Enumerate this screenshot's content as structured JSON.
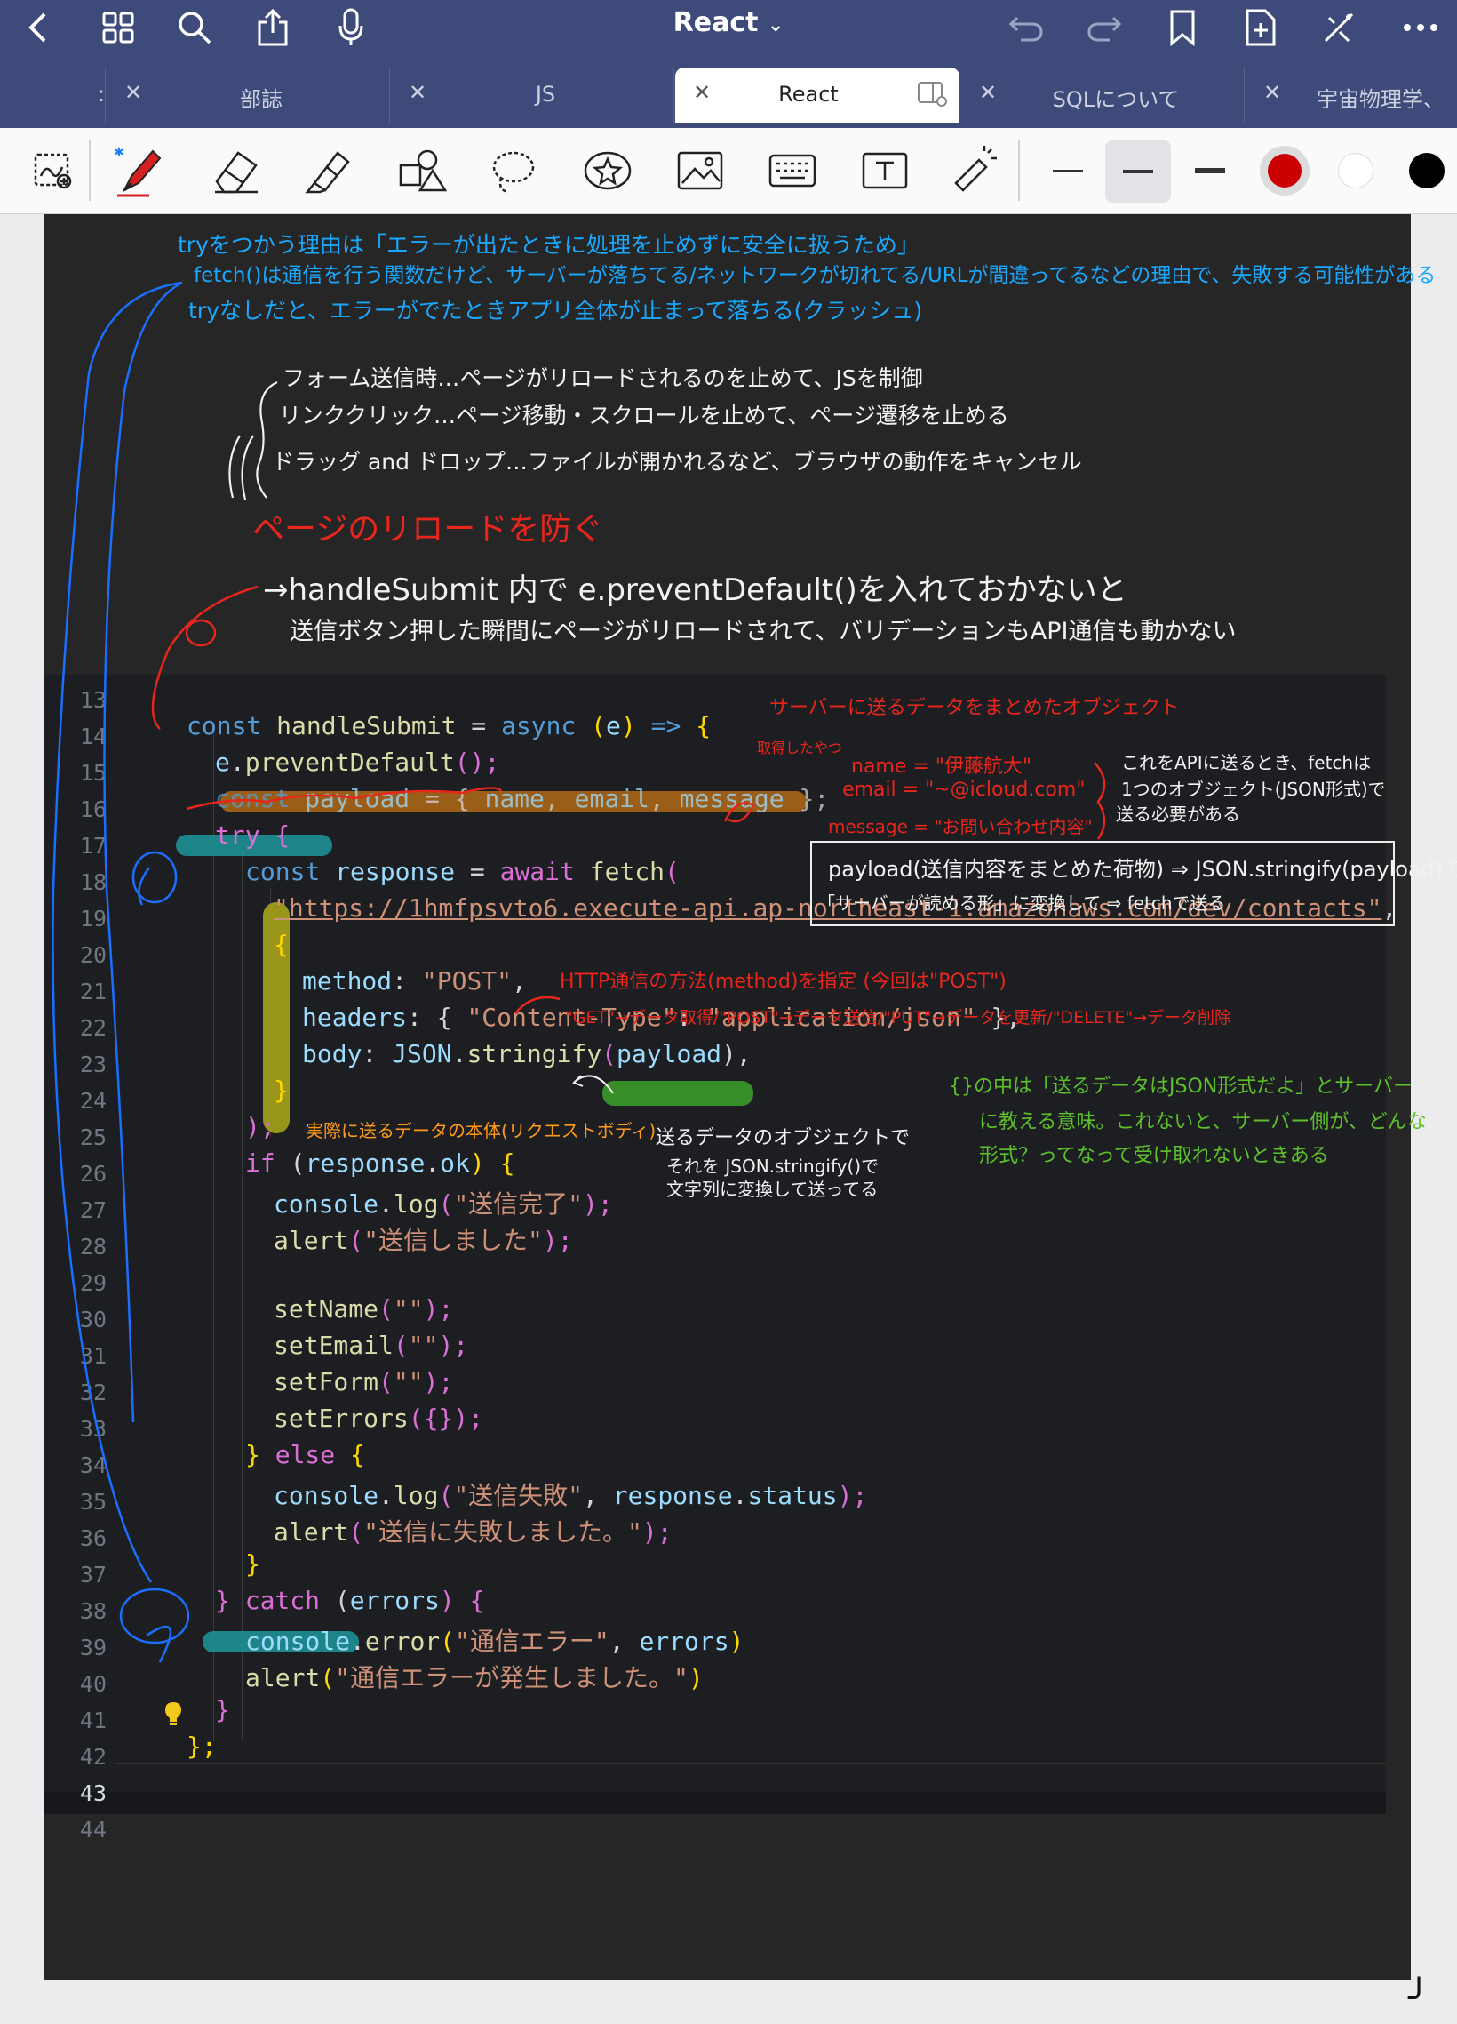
{
  "app": {
    "doc_title": "React",
    "chevron": "⌄"
  },
  "tabs": [
    {
      "label": "部誌",
      "active": false
    },
    {
      "label": "JS",
      "active": false
    },
    {
      "label": "React",
      "active": true
    },
    {
      "label": "SQLについて",
      "active": false
    },
    {
      "label": "宇宙物理学、",
      "active": false
    }
  ],
  "toolbar": {
    "pen_color": "#d42020",
    "selected_color": "#cc0000",
    "icons": [
      "lasso-select-icon",
      "pen-icon",
      "eraser-icon",
      "highlighter-icon",
      "shapes-icon",
      "lasso-icon",
      "sticker-icon",
      "image-icon",
      "keyboard-icon",
      "text-box-icon",
      "laser-pointer-icon"
    ]
  },
  "notes": {
    "blue": [
      "tryをつかう理由は「エラーが出たときに処理を止めずに安全に扱うため」",
      "fetch()は通信を行う関数だけど、サーバーが落ちてる/ネットワークが切れてる/URLが間違ってるなどの理由で、失敗する可能性がある",
      "tryなしだと、エラーがでたときアプリ全体が止まって落ちる(クラッシュ)"
    ],
    "white_list": [
      "フォーム送信時…ページがリロードされるのを止めて、JSを制御",
      "リンククリック…ページ移動・スクロールを止めて、ページ遷移を止める",
      "ドラッグ and ドロップ…ファイルが開かれるなど、ブラウザの動作をキャンセル"
    ],
    "red_title": "ページのリロードを防ぐ",
    "white_main": "→handleSubmit 内で e.preventDefault()を入れておかないと",
    "white_main2": "送信ボタン押した瞬間にページがリロードされて、バリデーションもAPI通信も動かない",
    "red_payload_title": "サーバーに送るデータをまとめたオブジェクト",
    "red_acquired": "取得したやつ",
    "red_name": "name = \"伊藤航大\"",
    "red_email": "email = \"~@icloud.com\"",
    "red_message": "message = \"お問い合わせ内容\"",
    "white_api1": "これをAPIに送るとき、fetchは",
    "white_api2": "1つのオブジェクト(JSON形式)で",
    "white_api3": "送る必要がある",
    "box1": "payload(送信内容をまとめた荷物) ⇒ JSON.stringify(payload)で",
    "box2": "「サーバーが読める形」に変換して ⇒ fetchで送る",
    "red_method": "HTTP通信の方法(method)を指定 (今回は\"POST\")",
    "red_methods": "\"GET\"→データ取得/\"POST\"→データ送信/\"PUT\"→データを更新/\"DELETE\"→データ削除",
    "green1": "{}の中は「送るデータはJSON形式だよ」とサーバー",
    "green2": "に教える意味。これないと、サーバー側が、どんな",
    "green3": "形式？ってなって受け取れないときある",
    "orange_body": "実際に送るデータの本体(リクエストボディ)",
    "white_payload1": "送るデータのオブジェクトで",
    "white_payload2": "それを JSON.stringify()で",
    "white_payload3": "文字列に変換して送ってる"
  },
  "code": {
    "line_numbers": [
      "13",
      "14",
      "15",
      "16",
      "17",
      "18",
      "19",
      "20",
      "21",
      "22",
      "23",
      "24",
      "25",
      "26",
      "27",
      "28",
      "29",
      "30",
      "31",
      "32",
      "33",
      "34",
      "35",
      "36",
      "37",
      "38",
      "39",
      "40",
      "41",
      "42",
      "43",
      "44"
    ],
    "current_line": "43",
    "l14": [
      "const",
      " ",
      "handleSubmit",
      " = ",
      "async",
      " (",
      "e",
      ") ",
      "=>",
      " {"
    ],
    "l15": [
      "e",
      ".",
      "preventDefault",
      "();"
    ],
    "l17": [
      "const",
      " ",
      "payload",
      " = { ",
      "name",
      ", ",
      "email",
      ", ",
      "message",
      " };"
    ],
    "l18": [
      "try",
      " {"
    ],
    "l19": [
      "const",
      " ",
      "response",
      " = ",
      "await",
      " ",
      "fetch",
      "("
    ],
    "l20": "\"https://1hmfpsvto6.execute-api.ap-northeast-1.amazonaws.com/dev/contacts\"",
    "l21": "{",
    "l22": [
      "method",
      ": ",
      "\"POST\"",
      ","
    ],
    "l23": [
      "headers",
      ": { ",
      "\"Content-Type\"",
      ": ",
      "\"application/json\"",
      " },"
    ],
    "l24": [
      "body",
      ": ",
      "JSON",
      ".",
      "stringify",
      "(",
      "payload",
      "),"
    ],
    "l25": "}",
    "l26": ");",
    "l27": [
      "if",
      " (",
      "response",
      ".",
      "ok",
      ") {"
    ],
    "l28": [
      "console",
      ".",
      "log",
      "(",
      "\"送信完了\"",
      ");"
    ],
    "l29": [
      "alert",
      "(",
      "\"送信しました\"",
      ");"
    ],
    "l31": [
      "setName",
      "(",
      "\"\"",
      ");"
    ],
    "l32": [
      "setEmail",
      "(",
      "\"\"",
      ");"
    ],
    "l33": [
      "setForm",
      "(",
      "\"\"",
      ");"
    ],
    "l34": [
      "setErrors",
      "({});"
    ],
    "l35": [
      "}",
      " ",
      "else",
      " {"
    ],
    "l36": [
      "console",
      ".",
      "log",
      "(",
      "\"送信失敗\"",
      ", ",
      "response",
      ".",
      "status",
      ");"
    ],
    "l37": [
      "alert",
      "(",
      "\"送信に失敗しました。\"",
      ");"
    ],
    "l38": "}",
    "l39": [
      "}",
      " ",
      "catch",
      " (",
      "errors",
      ") {"
    ],
    "l40": [
      "console",
      ".",
      "error",
      "(",
      "\"通信エラー\"",
      ", ",
      "errors",
      ")"
    ],
    "l41": [
      "alert",
      "(",
      "\"通信エラーが発生しました。\"",
      ")"
    ],
    "l42": "}",
    "l43": "};"
  },
  "corner_mark": "╯"
}
